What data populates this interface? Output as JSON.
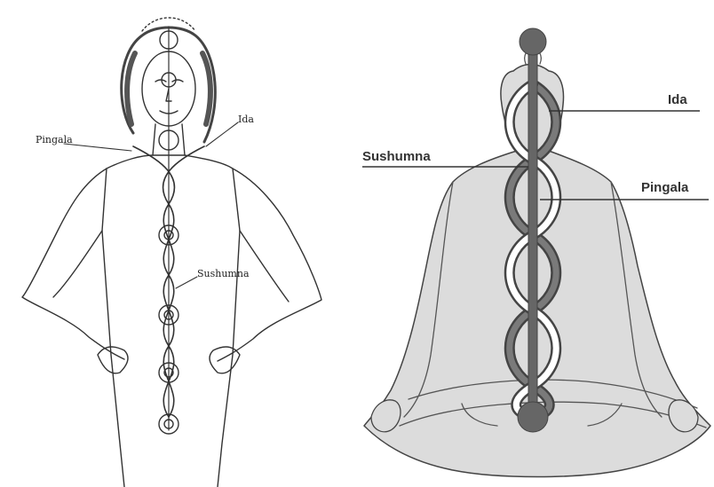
{
  "left_diagram": {
    "labels": {
      "pingala": "Pingala",
      "ida": "Ida",
      "sushumna": "Sushumna"
    }
  },
  "right_diagram": {
    "labels": {
      "ida": "Ida",
      "sushumna": "Sushumna",
      "pingala": "Pingala"
    }
  },
  "colors": {
    "line_art": "#333333",
    "body_fill": "#dcdcdc",
    "channel_dark": "#555555",
    "channel_light": "#ffffff"
  }
}
